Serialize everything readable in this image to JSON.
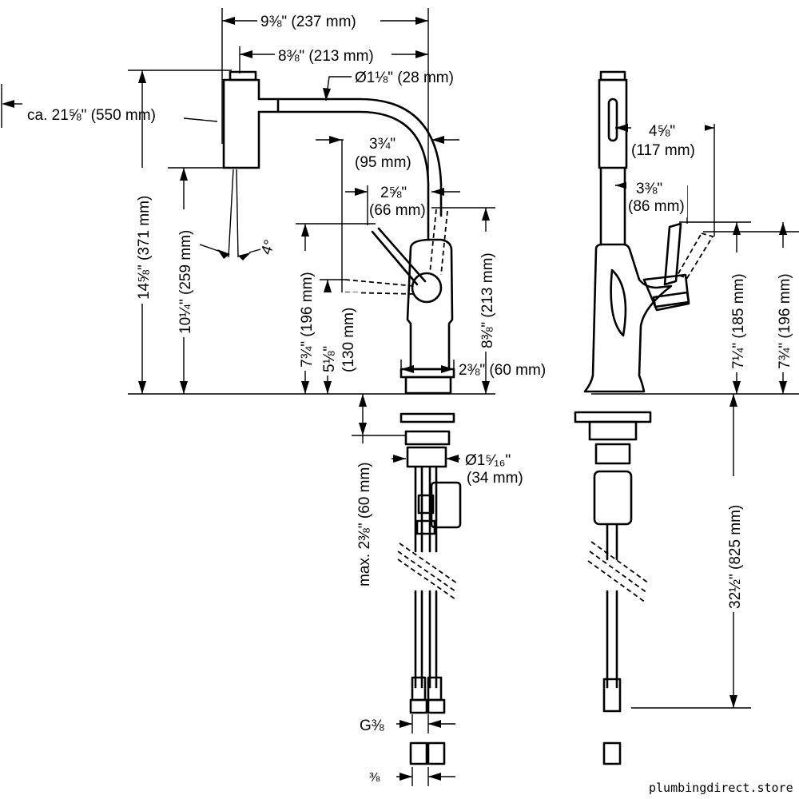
{
  "side_view": {
    "total_reach": "9⅜\" (237 mm)",
    "spout_reach": "8⅜\" (213 mm)",
    "spout_diameter": "Ø1⅛\" (28 mm)",
    "hose_extension": "ca. 21⅝\" (550 mm)",
    "spout_bend_a": "3¾\"",
    "spout_bend_b": "(95 mm)",
    "handle_offset_a": "2⅝\"",
    "handle_offset_b": "(66 mm)",
    "total_height": "14⅝\" (371 mm)",
    "spout_height": "10¼\" (259 mm)",
    "angle": "4°",
    "handle_height": "7¾\" (196 mm)",
    "lever_height_a": "5⅛\"",
    "lever_height_b": "(130 mm)",
    "body_height": "8⅜\" (213 mm)",
    "base_diameter": "2⅜\" (60 mm)",
    "deck_thickness": "max. 2⅜\" (60 mm)",
    "shank_diameter_a": "Ø1⁵⁄₁₆\"",
    "shank_diameter_b": "(34 mm)",
    "thread_label": "G⅜",
    "nut_label": "⅜"
  },
  "front_view": {
    "handle_reach": "4⅝\"",
    "handle_reach_mm": "(117 mm)",
    "handle_pivot": "3⅜\"",
    "handle_pivot_mm": "(86 mm)",
    "pivot_height": "7¼\" (185 mm)",
    "handle_top_height": "7¾\" (196 mm)",
    "supply_length": "32½\" (825 mm)"
  },
  "watermark": "plumbingdirect.store"
}
